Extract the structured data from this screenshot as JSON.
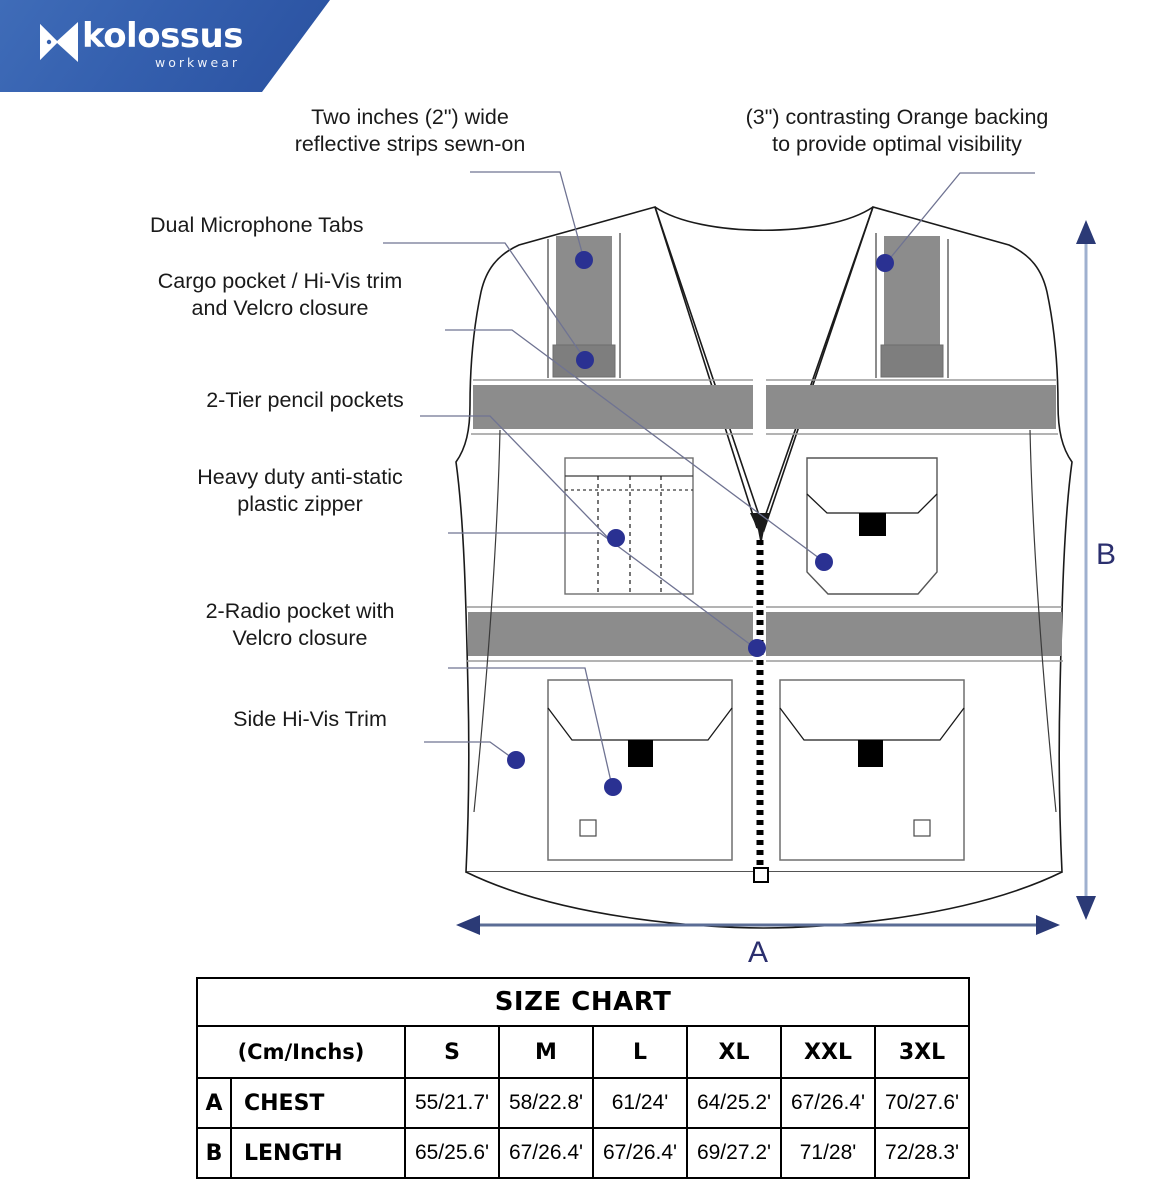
{
  "brand": {
    "name": "kolossus",
    "tagline": "workwear",
    "logo_icon": "kolossus-x-mark",
    "banner_color": "#345fae"
  },
  "callouts": [
    {
      "id": "reflective-strips",
      "line1": "Two inches (2\") wide",
      "line2": "reflective strips sewn-on"
    },
    {
      "id": "orange-backing",
      "line1": "(3\") contrasting Orange backing",
      "line2": "to provide optimal visibility"
    },
    {
      "id": "microphone-tabs",
      "line1": "Dual Microphone Tabs",
      "line2": ""
    },
    {
      "id": "cargo-pocket",
      "line1": "Cargo pocket / Hi-Vis trim",
      "line2": "and Velcro closure"
    },
    {
      "id": "pencil-pockets",
      "line1": "2-Tier pencil pockets",
      "line2": ""
    },
    {
      "id": "zipper",
      "line1": "Heavy duty anti-static",
      "line2": "plastic zipper"
    },
    {
      "id": "radio-pocket",
      "line1": "2-Radio pocket with",
      "line2": "Velcro closure"
    },
    {
      "id": "side-trim",
      "line1": "Side Hi-Vis Trim",
      "line2": ""
    }
  ],
  "dimensions": {
    "width_letter": "A",
    "height_letter": "B",
    "arrow_color": "#2b2f6e"
  },
  "diagram": {
    "reflective_gray": "#8c8c8c",
    "outline_color": "#1a1a1a",
    "marker_color": "#2a3192"
  },
  "size_chart": {
    "title": "SIZE CHART",
    "unit_header": "(Cm/Inchs)",
    "sizes": [
      "S",
      "M",
      "L",
      "XL",
      "XXL",
      "3XL"
    ],
    "rows": [
      {
        "key": "A",
        "label": "CHEST",
        "values": [
          "55/21.7'",
          "58/22.8'",
          "61/24'",
          "64/25.2'",
          "67/26.4'",
          "70/27.6'"
        ]
      },
      {
        "key": "B",
        "label": "LENGTH",
        "values": [
          "65/25.6'",
          "67/26.4'",
          "67/26.4'",
          "69/27.2'",
          "71/28'",
          "72/28.3'"
        ]
      }
    ]
  }
}
